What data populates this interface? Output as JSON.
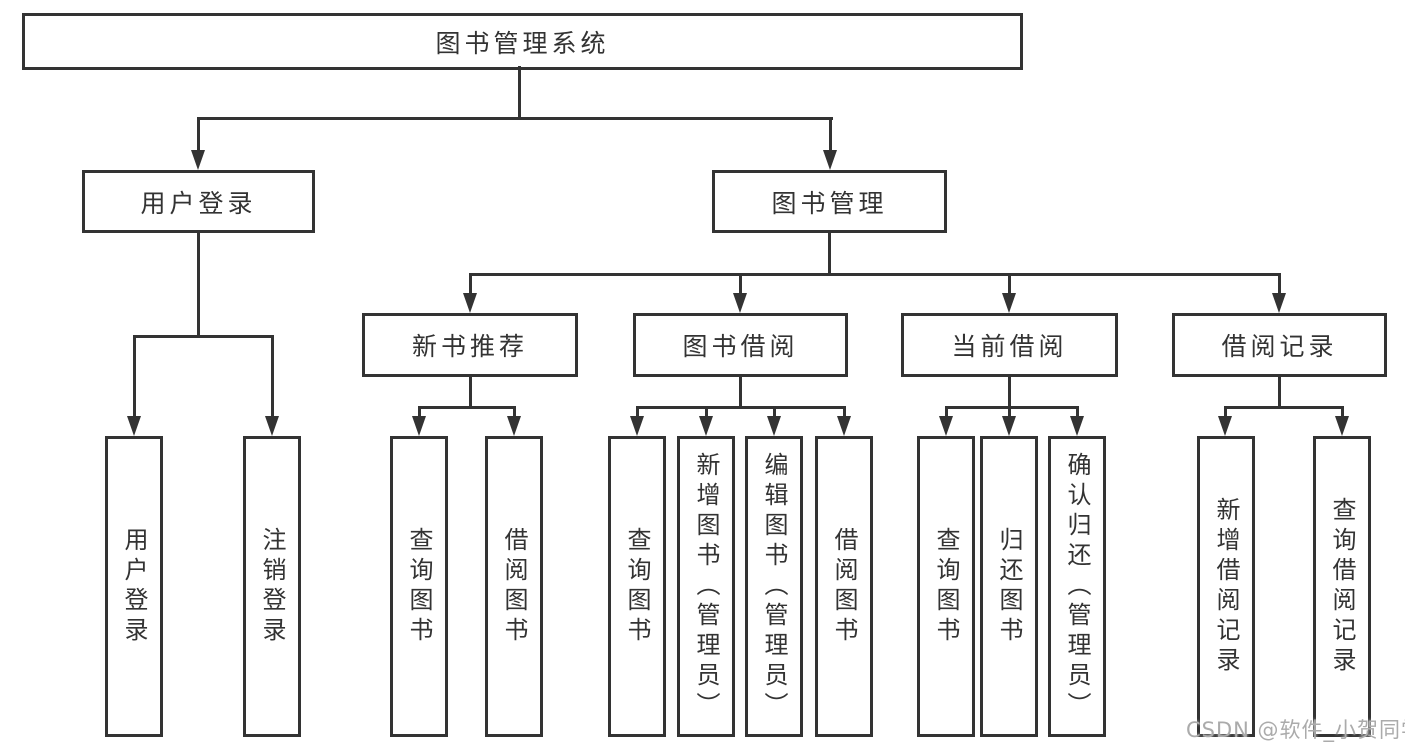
{
  "colors": {
    "line": "#333333",
    "text": "#333333",
    "watermark": "#ababab",
    "bg": "#ffffff"
  },
  "watermark": "CSDN @软件_小贺同学",
  "tree": {
    "root": "图书管理系统",
    "branches": [
      {
        "label": "用户登录",
        "children": [
          "用户登录",
          "注销登录"
        ]
      },
      {
        "label": "图书管理",
        "groups": [
          {
            "label": "新书推荐",
            "children": [
              "查询图书",
              "借阅图书"
            ]
          },
          {
            "label": "图书借阅",
            "children": [
              "查询图书",
              "新增图书（管理员）",
              "编辑图书（管理员）",
              "借阅图书"
            ]
          },
          {
            "label": "当前借阅",
            "children": [
              "查询图书",
              "归还图书",
              "确认归还（管理员）"
            ]
          },
          {
            "label": "借阅记录",
            "children": [
              "新增借阅记录",
              "查询借阅记录"
            ]
          }
        ]
      }
    ]
  }
}
